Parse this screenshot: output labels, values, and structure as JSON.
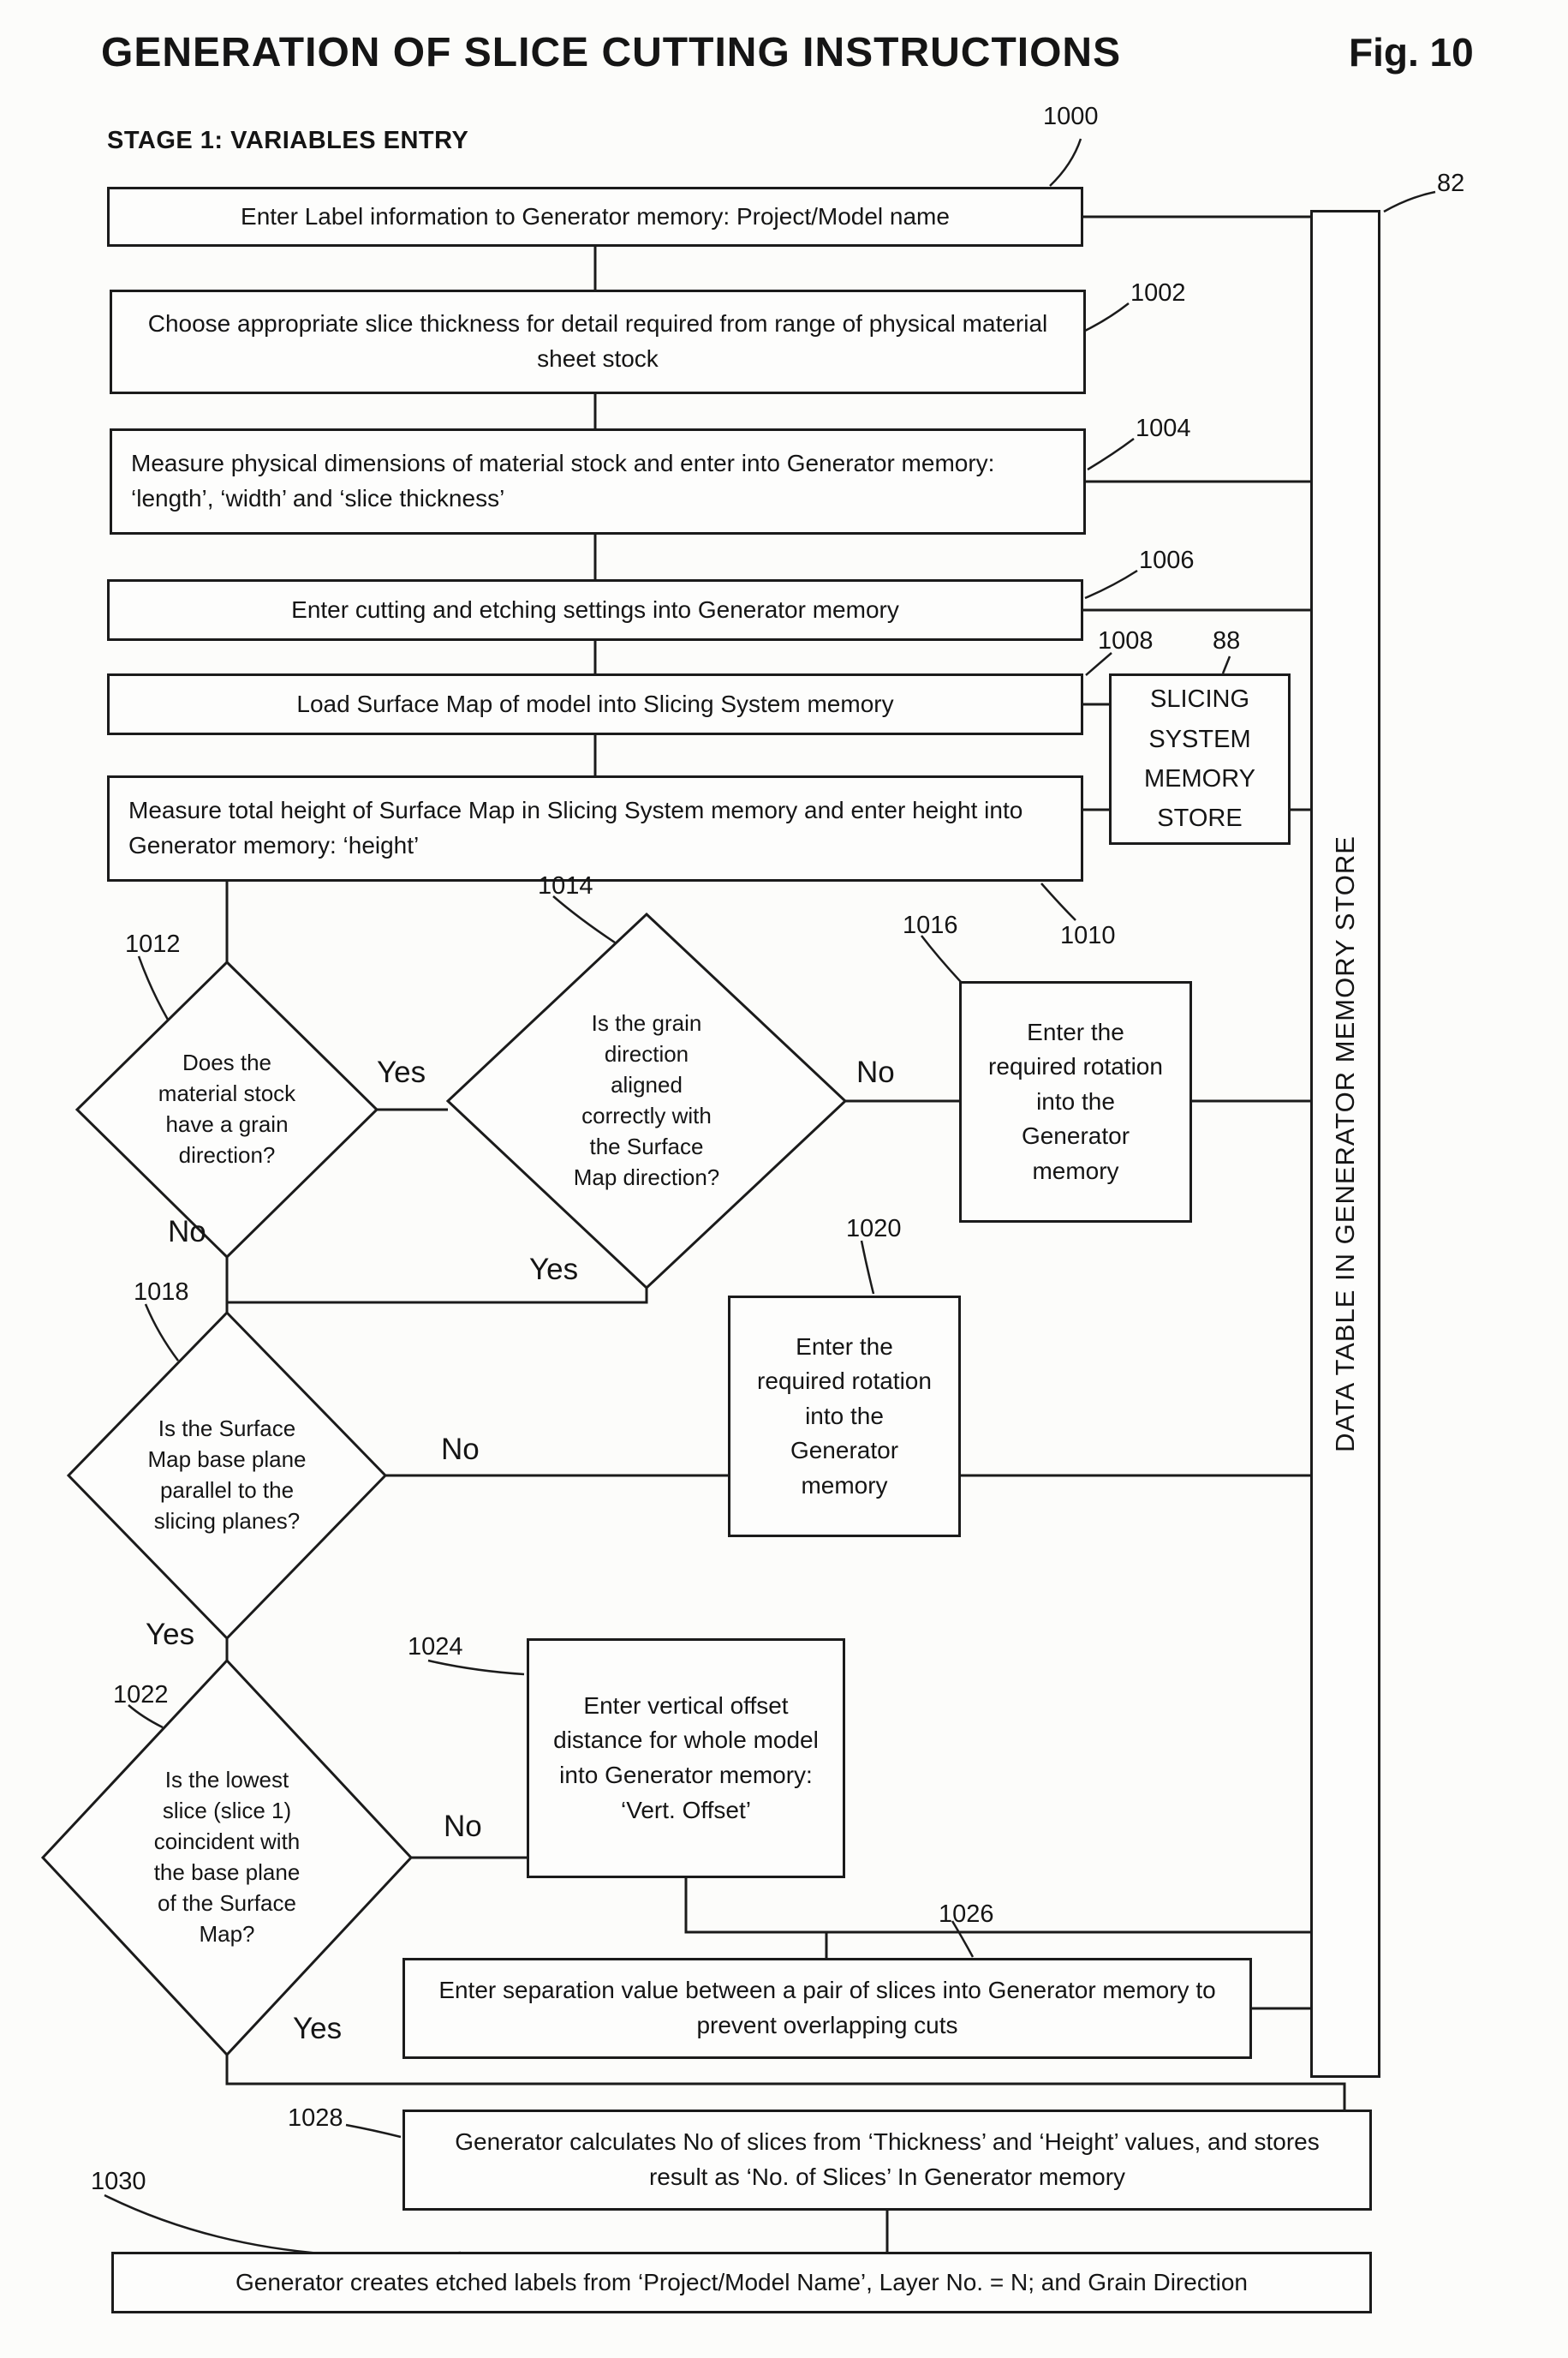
{
  "header": {
    "title": "GENERATION OF SLICE CUTTING INSTRUCTIONS",
    "fig": "Fig. 10",
    "stage": "STAGE 1: VARIABLES ENTRY"
  },
  "side_store": {
    "ref": "82",
    "label": "DATA TABLE IN GENERATOR MEMORY STORE"
  },
  "memory_store": {
    "ref": "88",
    "label": "SLICING SYSTEM MEMORY STORE"
  },
  "nodes": {
    "n1000": {
      "ref": "1000",
      "text": "Enter Label information to Generator memory: Project/Model name"
    },
    "n1002": {
      "ref": "1002",
      "text": "Choose appropriate slice thickness for detail required from range of physical material sheet stock"
    },
    "n1004": {
      "ref": "1004",
      "text": "Measure physical dimensions of material stock and enter into Generator memory: ‘length’, ‘width’ and ‘slice thickness’"
    },
    "n1006": {
      "ref": "1006",
      "text": "Enter cutting and etching settings into Generator memory"
    },
    "n1008": {
      "ref": "1008",
      "text": "Load Surface Map of model into Slicing System memory"
    },
    "n1010": {
      "ref": "1010",
      "text": "Measure total height of Surface Map in Slicing System memory and enter height into Generator memory: ‘height’"
    },
    "n1012": {
      "ref": "1012",
      "text": "Does the material stock have a grain direction?"
    },
    "n1014": {
      "ref": "1014",
      "text": "Is the grain direction aligned correctly with the Surface Map direction?"
    },
    "n1016": {
      "ref": "1016",
      "text": "Enter the required rotation into the Generator memory"
    },
    "n1018": {
      "ref": "1018",
      "text": "Is the Surface Map base plane parallel to the slicing planes?"
    },
    "n1020": {
      "ref": "1020",
      "text": "Enter the required rotation into the Generator memory"
    },
    "n1022": {
      "ref": "1022",
      "text": "Is the lowest slice (slice 1) coincident with the base plane of the Surface Map?"
    },
    "n1024": {
      "ref": "1024",
      "text": "Enter vertical offset distance for whole model into Generator memory: ‘Vert. Offset’"
    },
    "n1026": {
      "ref": "1026",
      "text": "Enter separation value between a pair of slices into Generator memory to prevent overlapping cuts"
    },
    "n1028": {
      "ref": "1028",
      "text": "Generator calculates No of slices from ‘Thickness’ and ‘Height’ values, and stores result as ‘No. of Slices’ In Generator memory"
    },
    "n1030": {
      "ref": "1030",
      "text": "Generator creates etched labels from ‘Project/Model Name’, Layer No. = N; and Grain Direction"
    }
  },
  "edges": {
    "yes_to_alignment": "Yes",
    "no_to_rotation": "No",
    "no_below_grain": "No",
    "yes_below_alignment": "Yes",
    "no_baseplane": "No",
    "yes_below_baseplane": "Yes",
    "no_lowest_slice": "No",
    "yes_below_lowest_slice": "Yes"
  },
  "colors": {
    "ink": "#1b1b1b",
    "paper": "#fcfcfa"
  }
}
